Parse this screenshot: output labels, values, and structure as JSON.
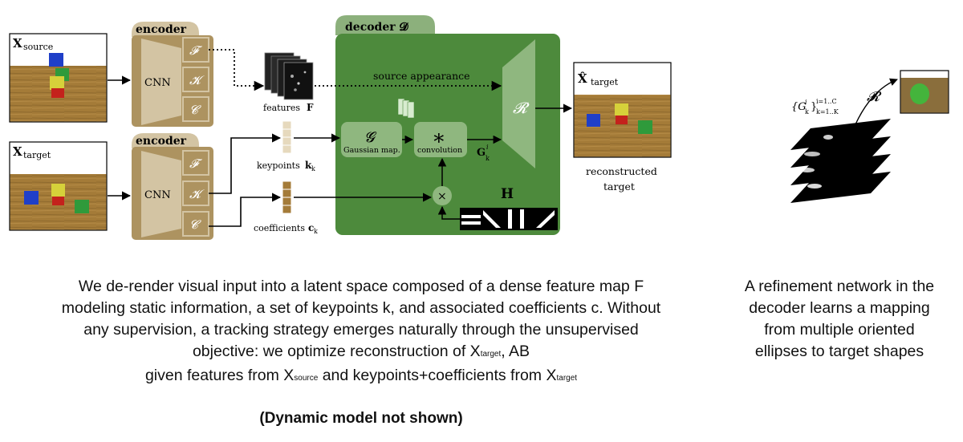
{
  "diagram": {
    "x_source_label": "X",
    "x_source_sub": "source",
    "x_target_label": "X",
    "x_target_sub": "target",
    "xhat_target_label": "X̂",
    "xhat_target_sub": "target",
    "encoder_label": "encoder",
    "cnn_label": "CNN",
    "f_label": "𝓕",
    "k_label": "𝓚",
    "c_label": "𝓒",
    "decoder_label": "decoder 𝓓",
    "r_label": "𝓡",
    "g_label": "𝓖",
    "gaussian_map_label": "Gaussian map.",
    "convolution_label": "convolution",
    "conv_symbol": "∗",
    "times_symbol": "×",
    "h_label": "H",
    "source_appearance_label": "source appearance",
    "features_label": "features",
    "features_symbol": "F",
    "keypoints_label": "keypoints",
    "keypoints_symbol": "k",
    "keypoints_sub": "k",
    "coefficients_label": "coefficients",
    "coefficients_symbol": "c",
    "coefficients_sub": "k",
    "gik_label": "G",
    "gik_sub": "k",
    "gik_sup": "i",
    "reconstructed_line1": "reconstructed",
    "reconstructed_line2": "target",
    "refine_r_label": "𝓡",
    "refine_g_label": "{G",
    "refine_g_sub": "k",
    "refine_g_sup": "i",
    "refine_g_close": "}",
    "refine_g_range_sup": "i=1..C",
    "refine_g_range_sub": "k=1..K"
  },
  "caption": {
    "line1": "We de-render visual input into a latent space composed of a dense feature map F",
    "line2": "modeling static information, a set of keypoints k, and associated coefficients c. Without",
    "line3": "any supervision, a tracking strategy emerges naturally through the unsupervised",
    "line4_a": "objective: we optimize reconstruction of X",
    "line4_sub": "target",
    "line4_b": ", AB",
    "line5_a": "given features from X",
    "line5_sub1": "source",
    "line5_b": " and keypoints+coefficients from X",
    "line5_sub2": "target"
  },
  "note": "(Dynamic model not shown)",
  "side_caption": {
    "line1": "A refinement network in the",
    "line2": "decoder learns a mapping",
    "line3": "from multiple oriented",
    "line4": "ellipses to target shapes"
  },
  "colors": {
    "encoder_fill": "#ad9360",
    "encoder_tab": "#d3c4a3",
    "decoder_fill": "#4d8a3c",
    "decoder_tab": "#8cb07c",
    "decoder_block": "#8fb77f",
    "floor": "#a47b38"
  }
}
